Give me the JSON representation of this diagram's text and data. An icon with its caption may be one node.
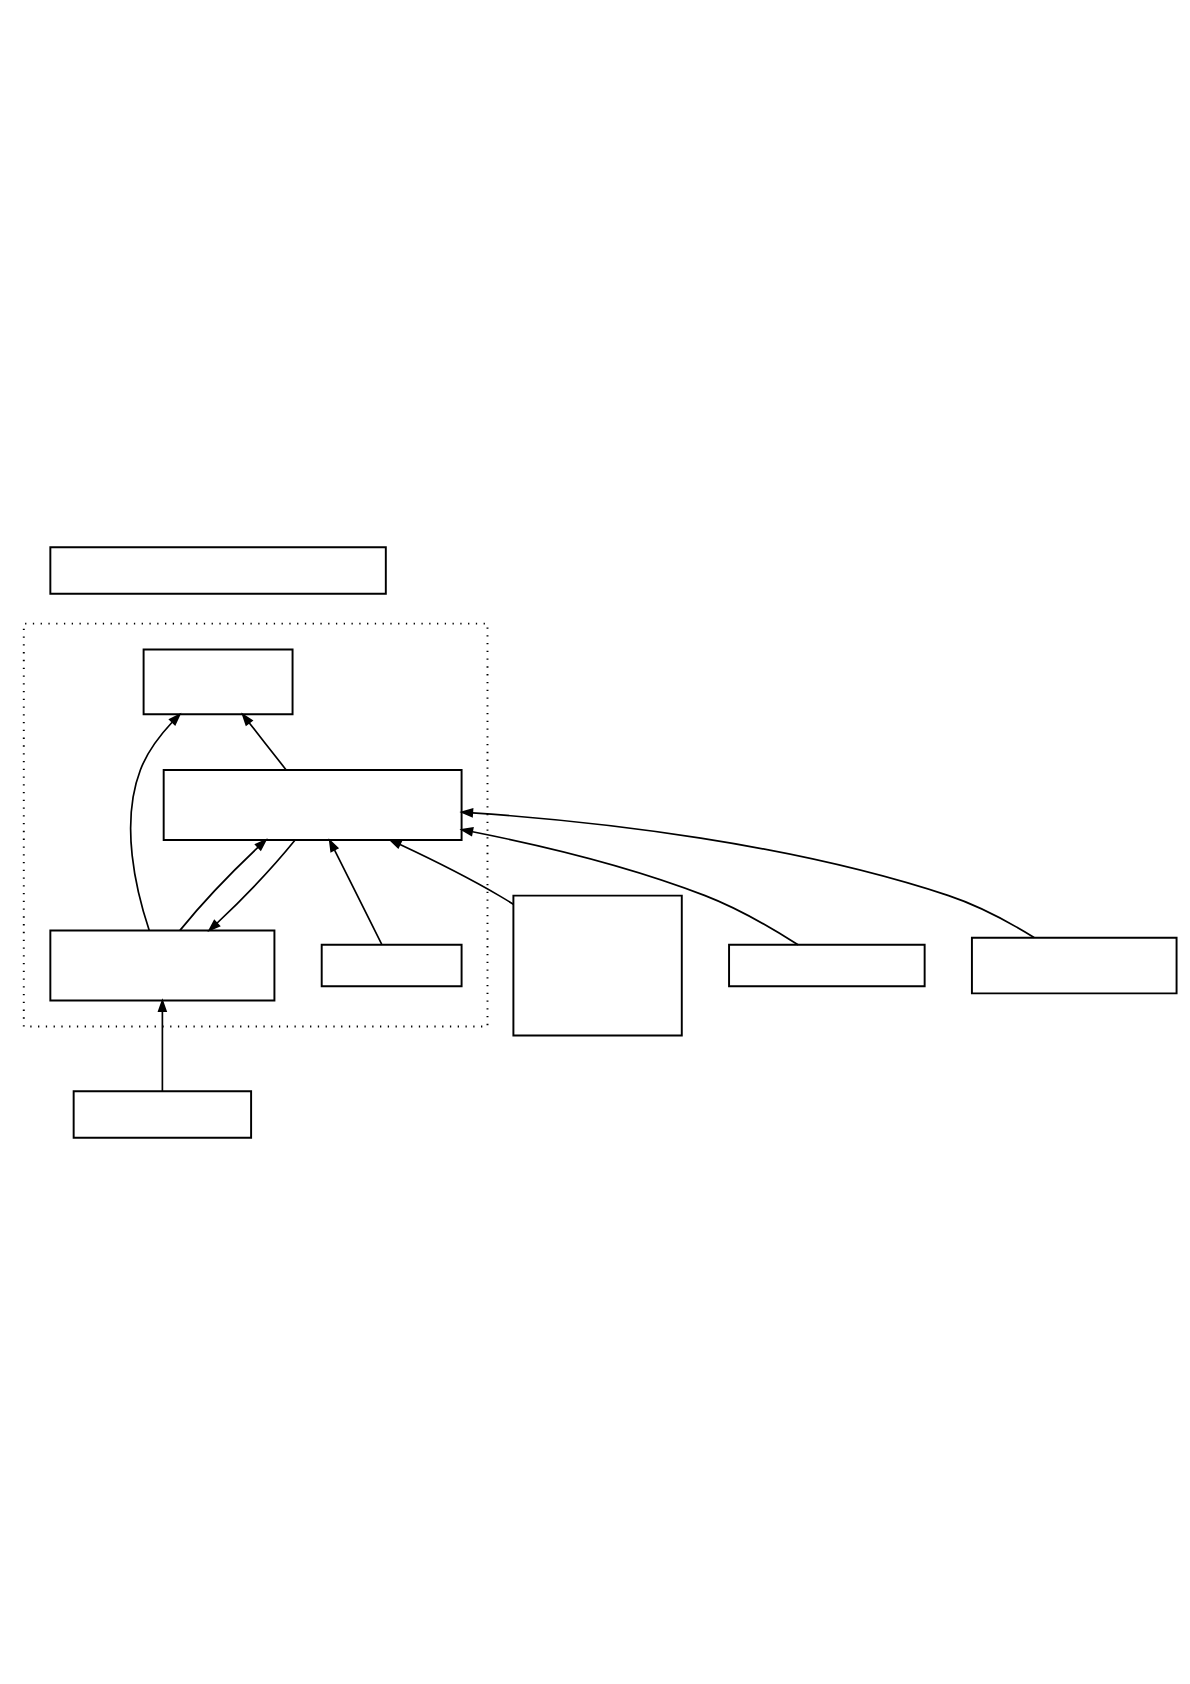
{
  "diagram": {
    "nodes": [
      {
        "text": [],
        "shape": "box"
      },
      {
        "text": [],
        "shape": "box"
      },
      {
        "text": [],
        "shape": "box",
        "in": 1
      },
      {
        "text": [],
        "shape": "box",
        "in": 1
      },
      {
        "text": [],
        "shape": "box",
        "in": 1
      },
      {
        "text": [],
        "shape": "box"
      },
      {
        "text": [],
        "shape": "box",
        "in": 1
      },
      {
        "text": [],
        "shape": "box"
      },
      {
        "text": [],
        "shape": "box"
      },
      {
        "text": [],
        "shape": "box"
      }
    ],
    "edges": [
      {
        "from": 3,
        "to": 2,
        "arrow": "to"
      },
      {
        "from": 4,
        "to": 3,
        "arrow": "to"
      },
      {
        "from": 3,
        "to": 4,
        "arrow": "to"
      },
      {
        "from": 4,
        "to": 2,
        "arrow": "to"
      },
      {
        "from": 5,
        "to": 4,
        "arrow": "to"
      },
      {
        "from": 6,
        "to": 4,
        "arrow": "to"
      },
      {
        "from": 7,
        "to": 3,
        "arrow": "to"
      },
      {
        "from": 8,
        "to": 4,
        "arrow": "to"
      },
      {
        "from": 9,
        "to": 4,
        "arrow": "to"
      }
    ]
  }
}
